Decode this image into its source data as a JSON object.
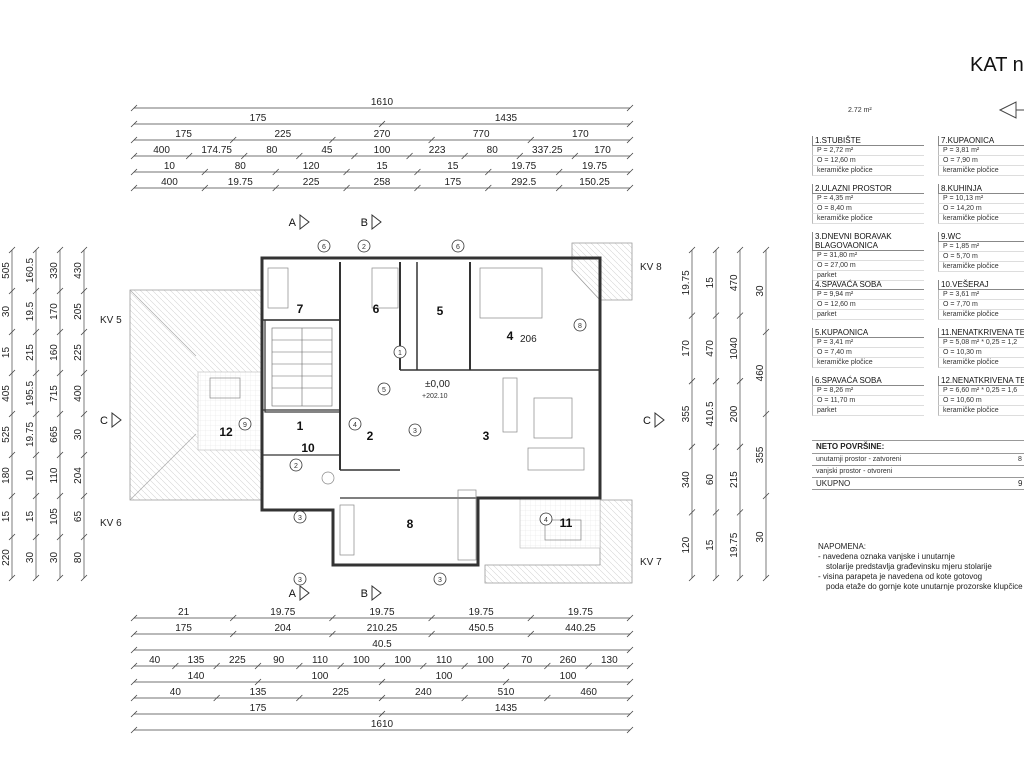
{
  "title": "KAT n",
  "area_note": "2.72 m²",
  "dims": {
    "top": [
      [
        "1610"
      ],
      [
        "175",
        "1435"
      ],
      [
        "175",
        "225",
        "270",
        "770",
        "170"
      ],
      [
        "400",
        "174.75",
        "80",
        "45",
        "100",
        "223",
        "80",
        "337.25",
        "170"
      ],
      [
        "10",
        "80",
        "120",
        "15",
        "15",
        "19.75",
        "19.75"
      ],
      [
        "400",
        "19.75",
        "225",
        "258",
        "175",
        "292.5",
        "150.25"
      ]
    ],
    "bottom": [
      [
        "21",
        "19.75",
        "19.75",
        "19.75",
        "19.75"
      ],
      [
        "175",
        "204",
        "210.25",
        "450.5",
        "440.25"
      ],
      [
        "40.5"
      ],
      [
        "40",
        "135",
        "225",
        "90",
        "110",
        "100",
        "100",
        "110",
        "100",
        "70",
        "260",
        "130"
      ],
      [
        "140",
        "100",
        "100",
        "100"
      ],
      [
        "40",
        "135",
        "225",
        "240",
        "510",
        "460"
      ],
      [
        "175",
        "1435"
      ],
      [
        "1610"
      ]
    ],
    "left": [
      "505",
      "30",
      "15",
      "405",
      "525",
      "180",
      "15",
      "220",
      "160.5",
      "19.5",
      "215",
      "195.5",
      "19.75",
      "10",
      "15",
      "30",
      "330",
      "170",
      "160",
      "715",
      "665",
      "110",
      "105",
      "30",
      "430",
      "205",
      "225",
      "400",
      "30",
      "204",
      "65",
      "80"
    ],
    "right": [
      "19.75",
      "170",
      "355",
      "340",
      "120",
      "15",
      "470",
      "410.5",
      "60",
      "15",
      "470",
      "1040",
      "200",
      "215",
      "19.75",
      "30",
      "460",
      "355",
      "30"
    ]
  },
  "plan": {
    "sections": [
      "A",
      "B",
      "C",
      "A",
      "B",
      "C"
    ],
    "rooms": [
      "1",
      "2",
      "3",
      "4",
      "5",
      "6",
      "7",
      "8",
      "10",
      "11",
      "12"
    ],
    "labels": {
      "kv5": "KV 5",
      "kv6": "KV 6",
      "kv7": "KV 7",
      "kv8": "KV 8",
      "elev": "±0,00",
      "elev2": "+202.10",
      "h206": "206"
    },
    "markers": [
      "6",
      "2",
      "6",
      "8",
      "9",
      "4",
      "3",
      "3",
      "4",
      "3",
      "1",
      "2",
      "3",
      "5"
    ]
  },
  "legend": [
    {
      "n": "1.",
      "name": "STUBIŠTE",
      "p": "P =    2,72  m²",
      "o": "O =  12,60  m",
      "f": "keramičke pločice"
    },
    {
      "n": "2.",
      "name": "ULAZNI PROSTOR",
      "p": "P =    4,35  m²",
      "o": "O =    8,40  m",
      "f": "keramičke pločice"
    },
    {
      "n": "3.",
      "name": "DNEVNI BORAVAK BLAGOVAONICA",
      "p": "P =  31,80  m²",
      "o": "O =  27,00  m",
      "f": "parket"
    },
    {
      "n": "4.",
      "name": "SPAVAĆA SOBA",
      "p": "P =    9,94  m²",
      "o": "O =  12,60  m",
      "f": "parket"
    },
    {
      "n": "5.",
      "name": "KUPAONICA",
      "p": "P =    3,41  m²",
      "o": "O =    7,40  m",
      "f": "keramičke pločice"
    },
    {
      "n": "6.",
      "name": "SPAVAĆA SOBA",
      "p": "P =    8,26  m²",
      "o": "O =  11,70  m",
      "f": "parket"
    },
    {
      "n": "7.",
      "name": "KUPAONICA",
      "p": "P =    3,81  m²",
      "o": "O =    7,90  m",
      "f": "keramičke pločice"
    },
    {
      "n": "8.",
      "name": "KUHINJA",
      "p": "P =  10,13  m²",
      "o": "O =  14,20  m",
      "f": "keramičke pločice"
    },
    {
      "n": "9.",
      "name": "WC",
      "p": "P =    1,85  m²",
      "o": "O =    5,70  m",
      "f": "keramičke pločice"
    },
    {
      "n": "10.",
      "name": "VEŠERAJ",
      "p": "P =    3,61  m²",
      "o": "O =    7,70  m",
      "f": "keramičke pločice"
    },
    {
      "n": "11.",
      "name": "NENATKRIVENA TERA",
      "p": "P =   5,08  m² * 0,25 = 1,2",
      "o": "O =  10,30  m",
      "f": "keramičke pločice"
    },
    {
      "n": "12.",
      "name": "NENATKRIVENA TERA",
      "p": "P =   6,60  m² * 0,25 = 1,6",
      "o": "O =  10,60  m",
      "f": "keramičke pločice"
    }
  ],
  "neto": {
    "title": "NETO POVRŠINE:",
    "rows": [
      {
        "label": "unutarnji prostor - zatvoreni",
        "val": "8"
      },
      {
        "label": "vanjski prostor - otvoreni",
        "val": ""
      },
      {
        "label": "UKUPNO",
        "val": "9"
      }
    ]
  },
  "notes": {
    "title": "NAPOMENA:",
    "lines": [
      "- navedena oznaka vanjske i unutarnje",
      "  stolarije predstavlja građevinsku mjeru stolarije",
      "- visina parapeta je navedena od kote gotovog",
      "  poda etaže do gornje kote unutarnje prozorske klupčice"
    ]
  }
}
